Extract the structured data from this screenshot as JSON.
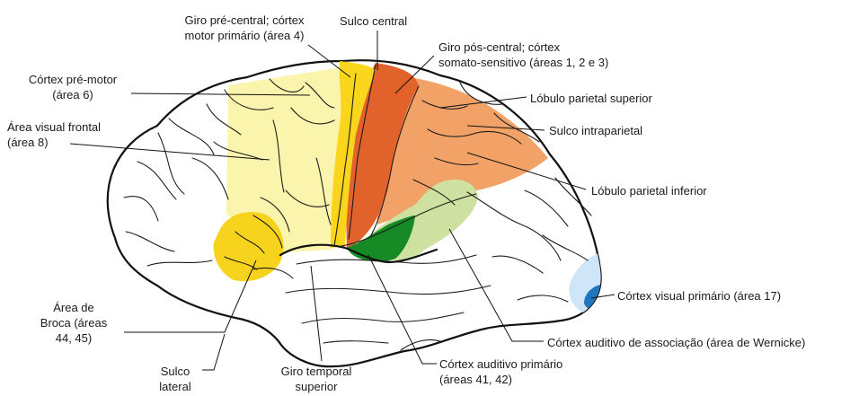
{
  "colors": {
    "premotor": "#fbf3a8",
    "precentral": "#f9d61c",
    "broca": "#f7d31e",
    "postcentral": "#e2622c",
    "parietal": "#f2a267",
    "wernicke": "#cfe1a1",
    "auditory_primary": "#168a24",
    "visual_assoc": "#cfe6f8",
    "visual_primary": "#1f78bf"
  },
  "labels": {
    "precentral_gyrus": [
      "Giro pré-central; córtex",
      "motor primário (área 4)"
    ],
    "central_sulcus": "Sulco central",
    "postcentral_gyrus": [
      "Giro pós-central; córtex",
      "somato-sensitivo (áreas 1, 2 e 3)"
    ],
    "premotor_cortex": [
      "Córtex pré-motor",
      "(área 6)"
    ],
    "superior_parietal_lobule": "Lóbulo parietal superior",
    "frontal_visual_area": [
      "Área visual frontal",
      "(área 8)"
    ],
    "intraparietal_sulcus": "Sulco intraparietal",
    "inferior_parietal_lobule": "Lóbulo parietal inferior",
    "primary_visual_cortex": "Córtex visual primário (área 17)",
    "broca_area": [
      "Área de",
      "Broca (áreas",
      "44, 45)"
    ],
    "auditory_association_cortex": "Córtex auditivo de associação (área de Wernicke)",
    "primary_auditory_cortex": [
      "Córtex auditivo primário",
      "(áreas 41, 42)"
    ],
    "lateral_sulcus": [
      "Sulco",
      "lateral"
    ],
    "superior_temporal_gyrus": [
      "Giro temporal",
      "superior"
    ]
  }
}
